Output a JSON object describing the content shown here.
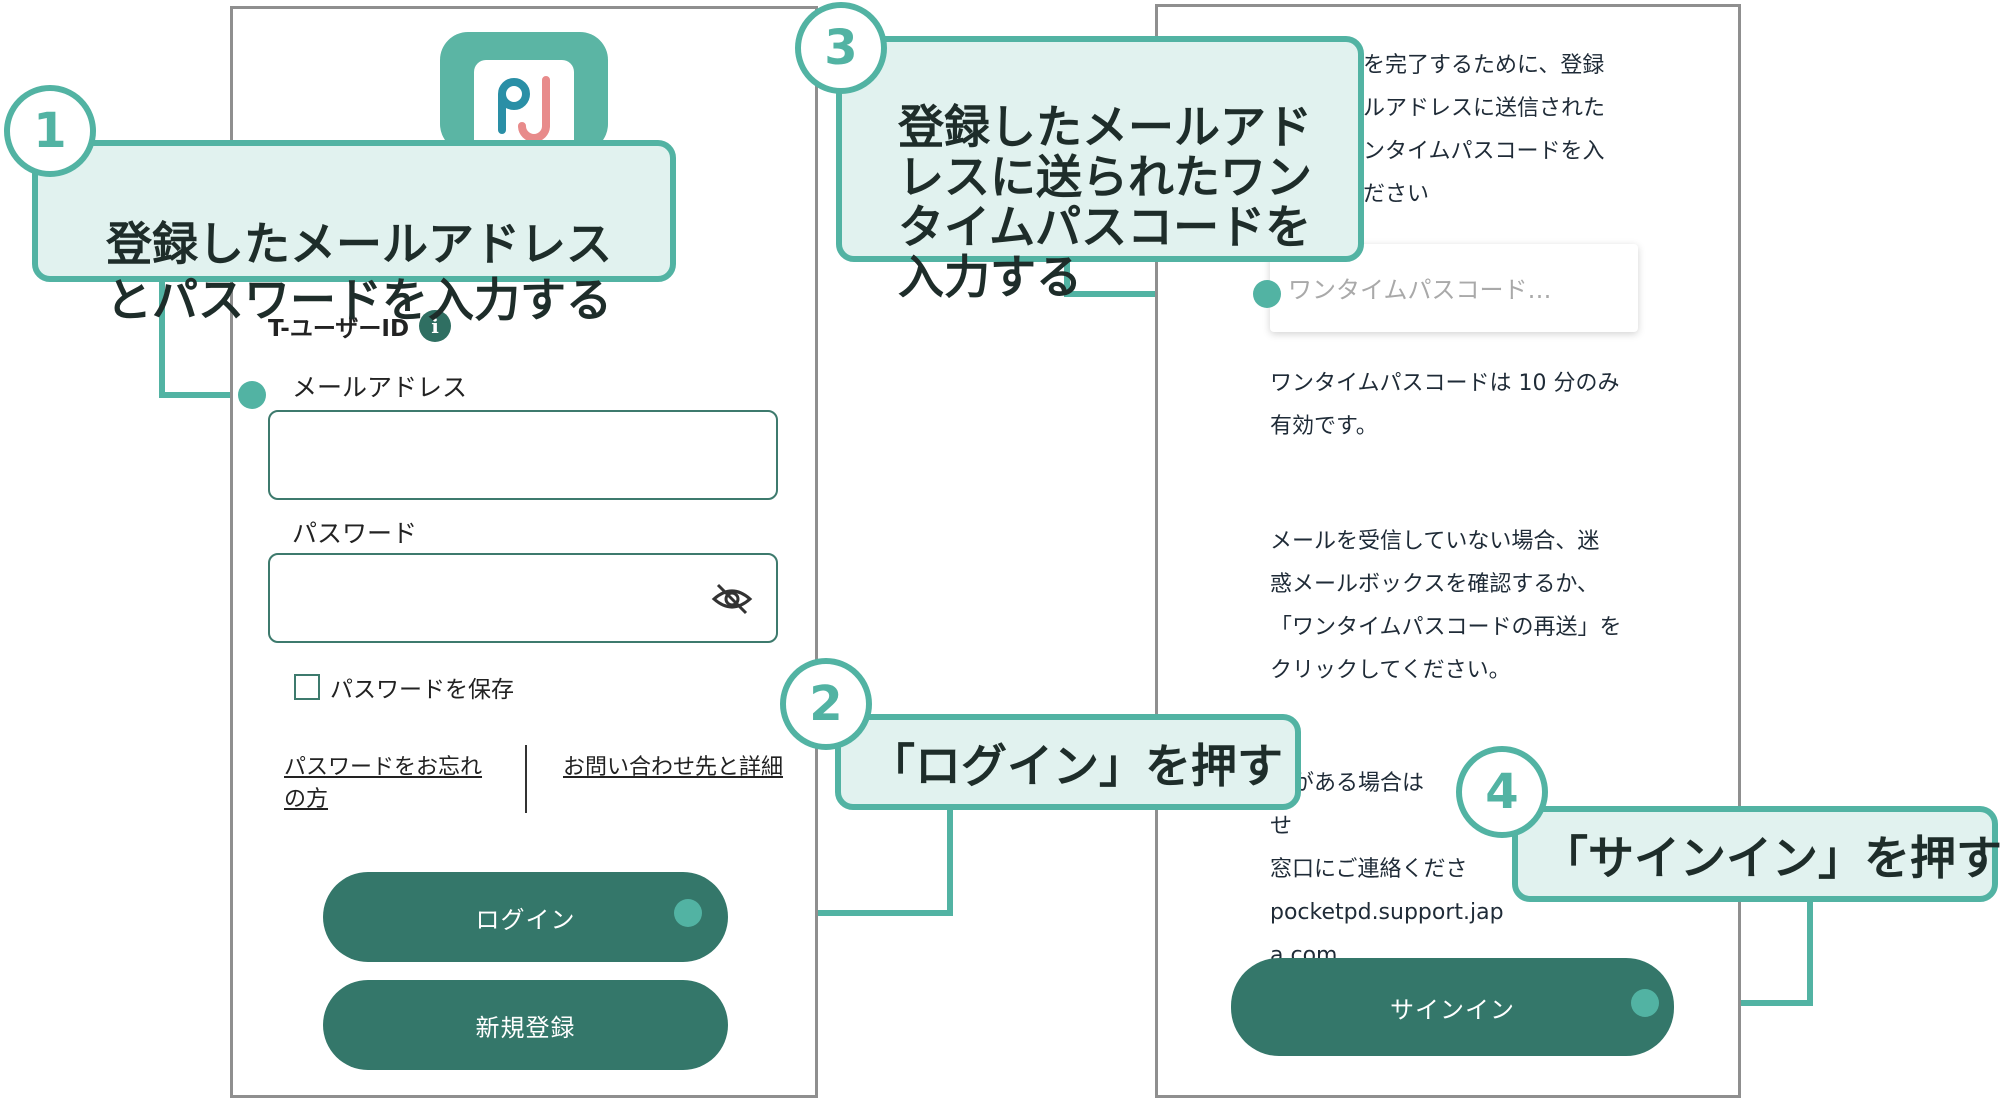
{
  "left_screen": {
    "user_id_label": "T-ユーザーID",
    "email_label": "メールアドレス",
    "email_value": "",
    "password_label": "パスワード",
    "password_value": "",
    "save_password_label": "パスワードを保存",
    "forgot_password_link": "パスワードをお忘れの方",
    "contact_link": "お問い合わせ先と詳細",
    "login_button": "ログイン",
    "register_button": "新規登録"
  },
  "right_screen": {
    "intro_text": "を完了するために、登録\nルアドレスに送信された\nンタイムパスコードを入\nださい",
    "otp_placeholder": "ワンタイムパスコード…",
    "valid_text": "ワンタイムパスコードは 10 分のみ\n有効です。",
    "no_mail_text": "メールを受信していない場合、迷\n惑メールボックスを確認するか、\n「ワンタイムパスコードの再送」を\nクリックしてください。",
    "contact_text": "題がある場合は　　合わせ\n窓口にご連絡くださ\npocketpd.support.jap\na.com",
    "signin_button": "サインイン"
  },
  "callouts": [
    {
      "number": "1",
      "text": "登録したメールアドレス\nとパスワードを入力する"
    },
    {
      "number": "2",
      "text": "「ログイン」を押す"
    },
    {
      "number": "3",
      "text": "登録したメールアド\nレスに送られたワン\nタイムパスコードを\n入力する"
    },
    {
      "number": "4",
      "text": "「サインイン」を押す"
    }
  ],
  "colors": {
    "accent": "#52b3a3",
    "button": "#34776a",
    "callout_bg": "#e1f2ef",
    "logo_bg": "#5bb5a4",
    "logo_pink": "#e88b8b"
  },
  "icons": [
    "info-icon",
    "eye-off-icon",
    "app-logo"
  ]
}
